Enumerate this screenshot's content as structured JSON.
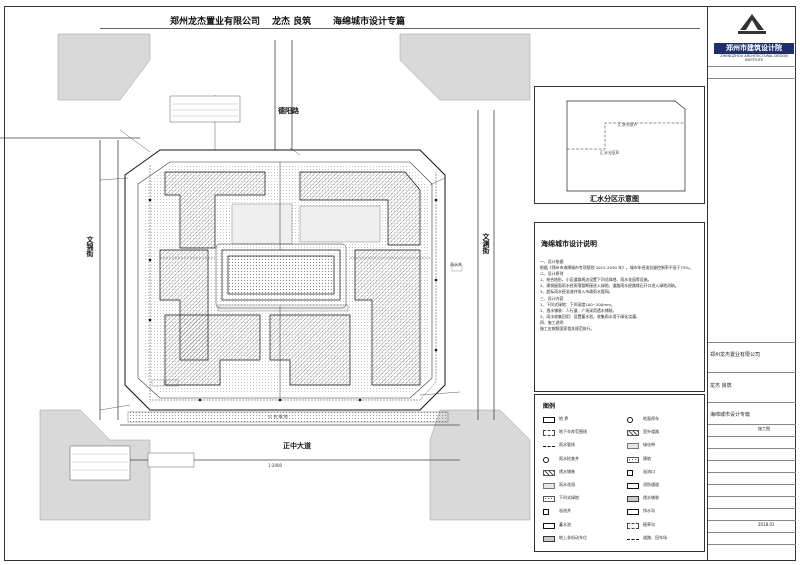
{
  "header": {
    "company": "郑州龙杰置业有限公司",
    "project": "龙杰 良筑",
    "drawing": "海绵城市设计专篇"
  },
  "plan": {
    "roads": {
      "north": "德阳路",
      "west": "文锦街",
      "east": "文渊街",
      "south": "正中大道"
    },
    "labels": {
      "east_gate": "雨水井",
      "south_strip": "公 共 绿 地",
      "scale_note": "1:2000"
    }
  },
  "inset": {
    "title": "汇水分区示意图",
    "zone_a": "汇水分区A",
    "zone_b": "汇水分区B"
  },
  "notes": {
    "title": "海绵城市设计说明",
    "paragraphs": [
      "一、设计依据",
      "根据《郑州市海绵城市专项规划 2015-2030 年》，城市年径流总量控制率不低于75%。",
      "二、设计原则",
      "1、结合地形，小区道路周边设置下凹式绿地、雨水花园等设施。",
      "2、建筑屋面雨水经雨落管断接进入绿地，道路雨水经路缘石开口进入绿地消纳。",
      "3、超标雨水经溢流井排入市政雨水管网。",
      "三、设计内容",
      "1、下凹式绿地：下凹深度100~200mm。",
      "2、透水铺装：人行道、广场采用透水铺装。",
      "3、雨水收集回用：设置蓄水池，收集雨水用于绿化浇灌。",
      "四、施工说明",
      "施工应按照国家相关规范执行。"
    ]
  },
  "legend": {
    "title": "图例",
    "items_left": [
      "地 界",
      "地下车库范围线",
      "雨水管线",
      "雨水检查井",
      "透水铺装",
      "雨水花园",
      "下凹式绿地",
      "溢流井",
      "蓄水池",
      "地上非机动车位"
    ],
    "items_right": [
      "地面停车",
      "室外道路",
      "绿化带",
      "建筑",
      "溢流口",
      "消防通道",
      "透水铺装",
      "排水沟",
      "植草沟",
      "道路、回车场"
    ]
  },
  "right_panel": {
    "institute_cn": "郑州市建筑设计院",
    "institute_en": "ZHENGZHOU ARCHITECTURAL DESIGN INSTITUTE",
    "company": "郑州龙杰置业有限公司",
    "project": "龙杰 良筑",
    "drawing": "海绵城市设计专篇",
    "phase": "施工图",
    "date": "2018.01"
  },
  "colors": {
    "line": "#222222",
    "panel_blue": "#1f2f6b",
    "hatch": "#555555"
  }
}
